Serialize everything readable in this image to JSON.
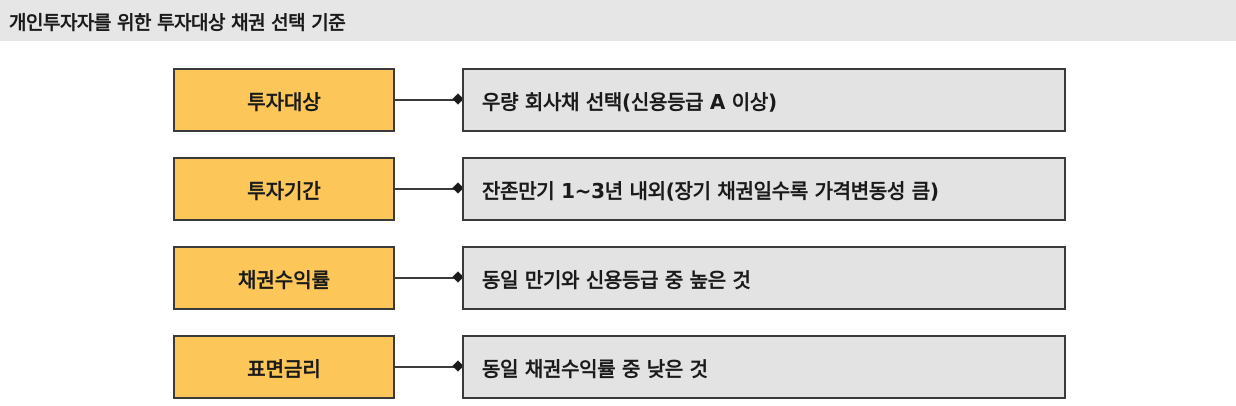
{
  "title": "개인투자자를 위한 투자대상 채권 선택 기준",
  "rows": [
    {
      "label": "투자대상",
      "description": "우량 회사채 선택(신용등급 A 이상)"
    },
    {
      "label": "투자기간",
      "description": "잔존만기 1~3년 내외(장기 채권일수록 가격변동성 큼)"
    },
    {
      "label": "채권수익률",
      "description": "동일 만기와 신용등급 중 높은 것"
    },
    {
      "label": "표면금리",
      "description": "동일 채권수익률 중 낮은 것"
    }
  ],
  "colors": {
    "label_fill": "#fcc659",
    "description_fill": "#e3e3e4",
    "title_bar_fill": "#e6e6e6",
    "border": "#3a3a3a"
  }
}
